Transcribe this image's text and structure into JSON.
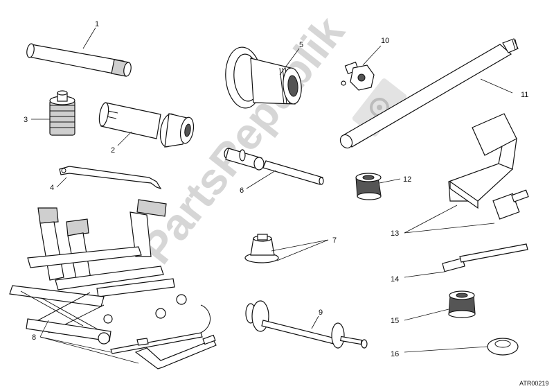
{
  "watermark": "PartsRepublik",
  "drawing_code": "ATR00219",
  "callouts": {
    "c1": "1",
    "c2": "2",
    "c3": "3",
    "c4": "4",
    "c5": "5",
    "c6": "6",
    "c7": "7",
    "c8": "8",
    "c9": "9",
    "c10": "10",
    "c11": "11",
    "c12": "12",
    "c13": "13",
    "c14": "14",
    "c15": "15",
    "c16": "16"
  }
}
